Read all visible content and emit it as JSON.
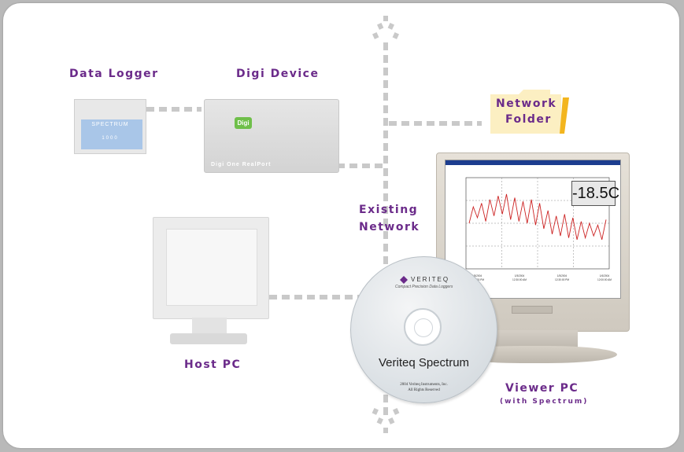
{
  "labels": {
    "data_logger": "Data Logger",
    "digi_device": "Digi Device",
    "network_folder_line1": "Network",
    "network_folder_line2": "Folder",
    "existing_network_line1": "Existing",
    "existing_network_line2": "Network",
    "host_pc": "Host PC",
    "viewer_pc": "Viewer PC",
    "viewer_pc_sub": "(with Spectrum)"
  },
  "devices": {
    "logger_brand": "SPECTRUM",
    "logger_number": "1000",
    "digi_logo": "Digi",
    "digi_model": "Digi One RealPort"
  },
  "screen": {
    "temperature_readout": "-18.5C",
    "date_labels": [
      "1/5/2004 12:00:00 PM",
      "1/5/2004 12:30:00 AM",
      "1/5/2004 12:30:00 PM",
      "1/6/2004 12:00:00 AM"
    ]
  },
  "cd": {
    "brand": "VERITEQ",
    "tagline": "Compact Precision Data Loggers",
    "title": "Veriteq Spectrum",
    "copyright_line1": "2004 Veriteq Instruments, Inc.",
    "copyright_line2": "All Rights Reserved"
  },
  "colors": {
    "label": "#6b2b8a",
    "folder": "#fcefc2",
    "folder_edge": "#f3b51e",
    "network_dash": "#c9c9c9",
    "chart_line": "#cc2222"
  },
  "chart_data": {
    "type": "line",
    "series": [
      {
        "values": [
          4.5,
          5.4,
          4.8,
          5.6,
          4.6,
          5.8,
          4.9,
          6.0,
          5.0,
          6.1,
          4.7,
          5.9,
          4.6,
          5.7,
          4.5,
          5.8,
          4.4,
          5.6,
          4.2,
          5.2,
          3.9,
          4.9,
          3.8,
          5.0,
          3.7,
          4.8,
          3.6,
          4.6,
          3.7,
          4.5,
          3.8,
          4.4,
          3.6,
          4.7
        ]
      }
    ]
  }
}
